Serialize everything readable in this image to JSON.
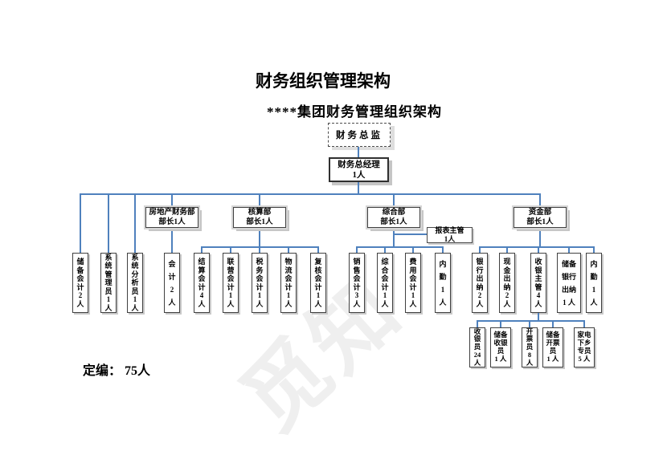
{
  "page": {
    "title": "财务组织管理架构",
    "subtitle": "****集团财务管理组织架构",
    "footer": "定编： 75人",
    "watermark": "觅知"
  },
  "colors": {
    "connector_blue": "#4f81bd",
    "box_border": "#404040",
    "shadow_gray": "#c9c9c9"
  },
  "org": {
    "cfo": {
      "role": "财务总监",
      "label": "财务总监"
    },
    "general_manager": {
      "role": "财务总经理",
      "headcount": "1人",
      "label": "财务总经理\n1人"
    },
    "departments": [
      {
        "role": "房地产财务部",
        "headcount": "部长1人",
        "label": "房地产财务部\n部长1人"
      },
      {
        "role": "核算部",
        "headcount": "部长1人",
        "label": "核算部\n部长1人"
      },
      {
        "role": "综合部",
        "headcount": "部长1人",
        "label": "综合部\n部长1人"
      },
      {
        "role": "资金部",
        "headcount": "部长1人",
        "label": "资金部\n部长1人"
      }
    ],
    "report_supervisor": {
      "role": "报表主管",
      "headcount": "1人",
      "label": "报表主管\n1人"
    },
    "staff": [
      {
        "role": "储备会计",
        "headcount": "2人",
        "label": "储\n备\n会\n计\n2\n人"
      },
      {
        "role": "系统管理员",
        "headcount": "1人",
        "label": "系\n统\n管\n理\n员\n1\n人"
      },
      {
        "role": "系统分析员",
        "headcount": "1人",
        "label": "系\n统\n分\n析\n员\n1\n人"
      },
      {
        "role": "会计",
        "headcount": "2人",
        "label": "会\n计\n2\n人"
      },
      {
        "role": "结算会计",
        "headcount": "4人",
        "label": "结\n算\n会\n计\n4\n人"
      },
      {
        "role": "联营会计",
        "headcount": "1人",
        "label": "联\n营\n会\n计\n1\n人"
      },
      {
        "role": "税务会计",
        "headcount": "1人",
        "label": "税\n务\n会\n计\n1\n人"
      },
      {
        "role": "物流会计",
        "headcount": "1人",
        "label": "物\n流\n会\n计\n1\n人"
      },
      {
        "role": "复核会计",
        "headcount": "1人",
        "label": "复\n核\n会\n计\n1\n人"
      },
      {
        "role": "销售会计",
        "headcount": "3人",
        "label": "销\n售\n会\n计\n3\n人"
      },
      {
        "role": "综合会计",
        "headcount": "1人",
        "label": "综\n合\n会\n计\n1\n人"
      },
      {
        "role": "费用会计",
        "headcount": "1人",
        "label": "费\n用\n会\n计\n1\n人"
      },
      {
        "role": "内勤",
        "headcount": "1人",
        "label": "内\n勤\n1\n人"
      },
      {
        "role": "银行出纳",
        "headcount": "2人",
        "label": "银\n行\n出\n纳\n2\n人"
      },
      {
        "role": "现金出纳",
        "headcount": "2人",
        "label": "现\n金\n出\n纳\n2\n人"
      },
      {
        "role": "收银主管",
        "headcount": "4人",
        "label": "收\n银\n主\n管\n4\n人"
      },
      {
        "role": "储备银行出纳",
        "headcount": "1人",
        "label": "储备\n银行\n出纳\n1 人"
      },
      {
        "role": "内勤",
        "headcount": "1人",
        "label": "内\n勤\n1\n人"
      }
    ],
    "cashier_team": [
      {
        "role": "收银员",
        "headcount": "24人",
        "label": "收\n银\n员\n24\n人"
      },
      {
        "role": "储备收银员",
        "headcount": "1人",
        "label": "储备\n收银\n员\n1 人"
      },
      {
        "role": "开票员",
        "headcount": "8人",
        "label": "开\n票\n员\n8\n人"
      },
      {
        "role": "储备开票员",
        "headcount": "1人",
        "label": "储备\n开票\n员\n1 人"
      },
      {
        "role": "家电下乡专员",
        "headcount": "5人",
        "label": "家电\n下乡\n专员\n5 人"
      }
    ]
  }
}
